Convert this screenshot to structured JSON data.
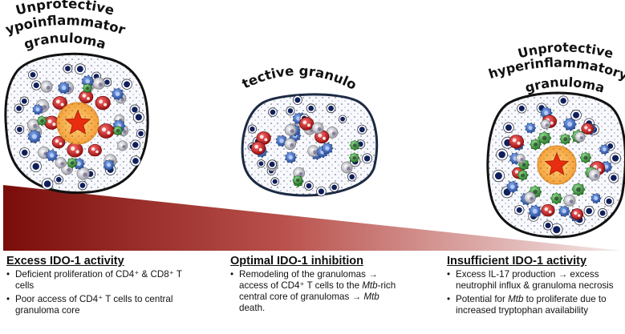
{
  "granulomas": {
    "left": {
      "title_line1": "Unprotective",
      "title_line2": "hypoinflammatory",
      "title_line3": "granuloma"
    },
    "center": {
      "title": "Protective granuloma"
    },
    "right": {
      "title_line1": "Unprotective",
      "title_line2": "hyperinflammatory",
      "title_line3": "granuloma"
    }
  },
  "gradient": {
    "color_dark": "#7a0d0a",
    "color_light": "#f4e8e8"
  },
  "columns": [
    {
      "heading": "Excess IDO-1 activity",
      "bullets": [
        "Deficient proliferation of CD4⁺ & CD8⁺ T cells",
        "Poor access of CD4⁺ T cells to central granuloma core"
      ]
    },
    {
      "heading": "Optimal IDO-1 inhibition",
      "bullets": [
        "Remodeling of the granulomas → access of CD4⁺ T cells to the Mtb-rich central core of granulomas → Mtb death."
      ]
    },
    {
      "heading": "Insufficient IDO-1 activity",
      "bullets": [
        "Excess IL-17 production → excess neutrophil influx & granuloma necrosis",
        "Potential for Mtb to proliferate due to increased tryptophan availability"
      ]
    }
  ],
  "colors": {
    "neutrophil": "#c81e1e",
    "t_cell": "#3a63b5",
    "b_cell": "#3d9a3d",
    "macrophage": "#b9b9c3",
    "lymphocyte": "#0f1f5c",
    "core": "#ffb347",
    "mtb": "#e82d10"
  }
}
